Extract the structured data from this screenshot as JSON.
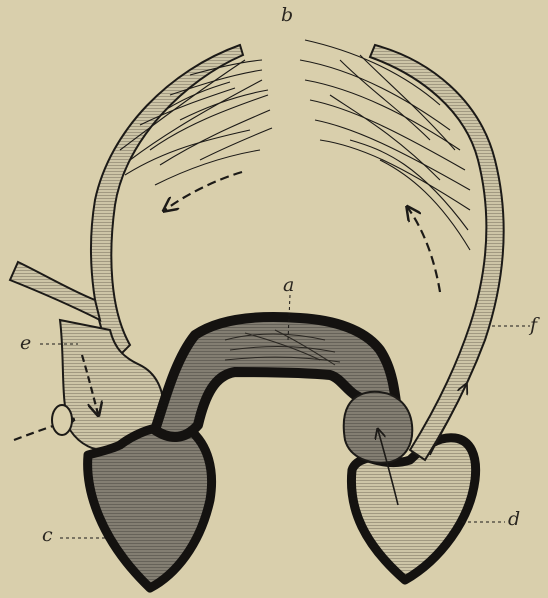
{
  "labels": {
    "a": "a",
    "b": "b",
    "c": "c",
    "d": "d",
    "e": "e",
    "f": "f"
  },
  "colors": {
    "paper": "#d9cfac",
    "ink": "#1c1a17",
    "dark_blood": "#7b776d",
    "light_blood": "#cbc3a6"
  }
}
